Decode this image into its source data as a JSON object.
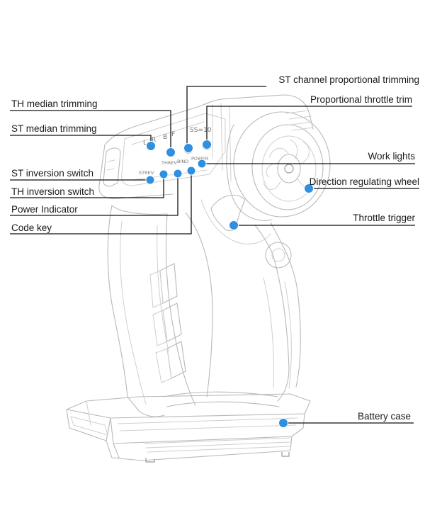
{
  "colors": {
    "marker": "#2f8fe0",
    "leader": "#111111",
    "outline": "#b9b9b9"
  },
  "labels": {
    "st_channel_proportional_trimming": "ST channel proportional trimming",
    "th_median_trimming": "TH median trimming",
    "proportional_throttle_trim": "Proportional throttle trim",
    "st_median_trimming": "ST median trimming",
    "work_lights": "Work lights",
    "st_inversion_switch": "ST inversion switch",
    "direction_regulating_wheel": "Direction regulating wheel",
    "th_inversion_switch": "TH inversion switch",
    "power_indicator": "Power Indicator",
    "throttle_trigger": "Throttle trigger",
    "code_key": "Code key",
    "battery_case": "Battery case"
  },
  "panel_marks": {
    "l": "L",
    "r": "R",
    "b": "B",
    "f": "F",
    "ss": "SS=10",
    "st_rev": "STREV",
    "th_rev": "THREV",
    "bind": "BIND",
    "power": "POWER"
  }
}
